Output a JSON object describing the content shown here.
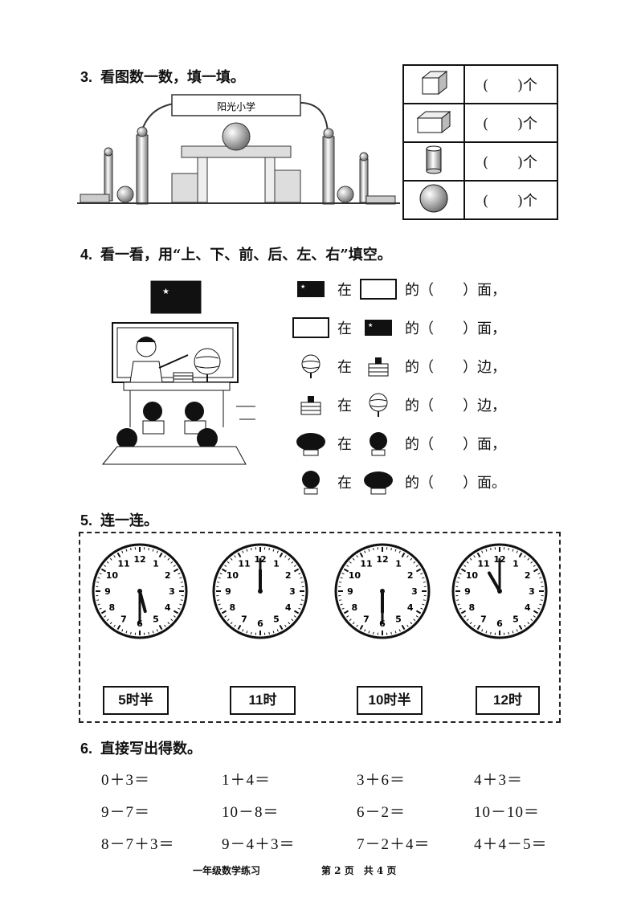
{
  "q3": {
    "number": "3.",
    "text": "看图数一数，填一填。",
    "school_sign": "阳光小学",
    "rows": [
      {
        "shape_icon": "cube-icon",
        "answer": "(　　)个"
      },
      {
        "shape_icon": "cuboid-icon",
        "answer": "(　　)个"
      },
      {
        "shape_icon": "cylinder-icon",
        "answer": "(　　)个"
      },
      {
        "shape_icon": "sphere-icon",
        "answer": "(　　)个"
      }
    ]
  },
  "q4": {
    "number": "4.",
    "text": "看一看，用“上、下、前、后、左、右”填空。",
    "rows": [
      {
        "a": "flag-icon",
        "b": "blackboard-icon",
        "at": "在",
        "of": "的（",
        "end": "）面，"
      },
      {
        "a": "blackboard-icon",
        "b": "flag-icon",
        "at": "在",
        "of": "的（",
        "end": "）面，"
      },
      {
        "a": "globe-icon",
        "b": "books-icon",
        "at": "在",
        "of": "的（",
        "end": "）边，"
      },
      {
        "a": "books-icon",
        "b": "globe-icon",
        "at": "在",
        "of": "的（",
        "end": "）边，"
      },
      {
        "a": "girl-icon",
        "b": "boy-icon",
        "at": "在",
        "of": "的（",
        "end": "）面，"
      },
      {
        "a": "boy-icon",
        "b": "girl-icon",
        "at": "在",
        "of": "的（",
        "end": "）面。"
      }
    ]
  },
  "q5": {
    "number": "5.",
    "text": "连一连。",
    "clocks": [
      {
        "hour": 5.5,
        "minute": 30
      },
      {
        "hour": 12,
        "minute": 0
      },
      {
        "hour": 6,
        "minute": 30
      },
      {
        "hour": 11,
        "minute": 0
      }
    ],
    "labels": [
      "5时半",
      "11时",
      "10时半",
      "12时"
    ]
  },
  "q6": {
    "number": "6.",
    "text": "直接写出得数。",
    "rows": [
      [
        "0＋3＝",
        "1＋4＝",
        "3＋6＝",
        "4＋3＝"
      ],
      [
        "9－7＝",
        "10－8＝",
        "6－2＝",
        "10－10＝"
      ],
      [
        "8－7＋3＝",
        "9－4＋3＝",
        "7－2＋4＝",
        "4＋4－5＝"
      ]
    ]
  },
  "footer": {
    "grade": "一年级数学练习",
    "page": "第 2 页　共 4 页"
  }
}
